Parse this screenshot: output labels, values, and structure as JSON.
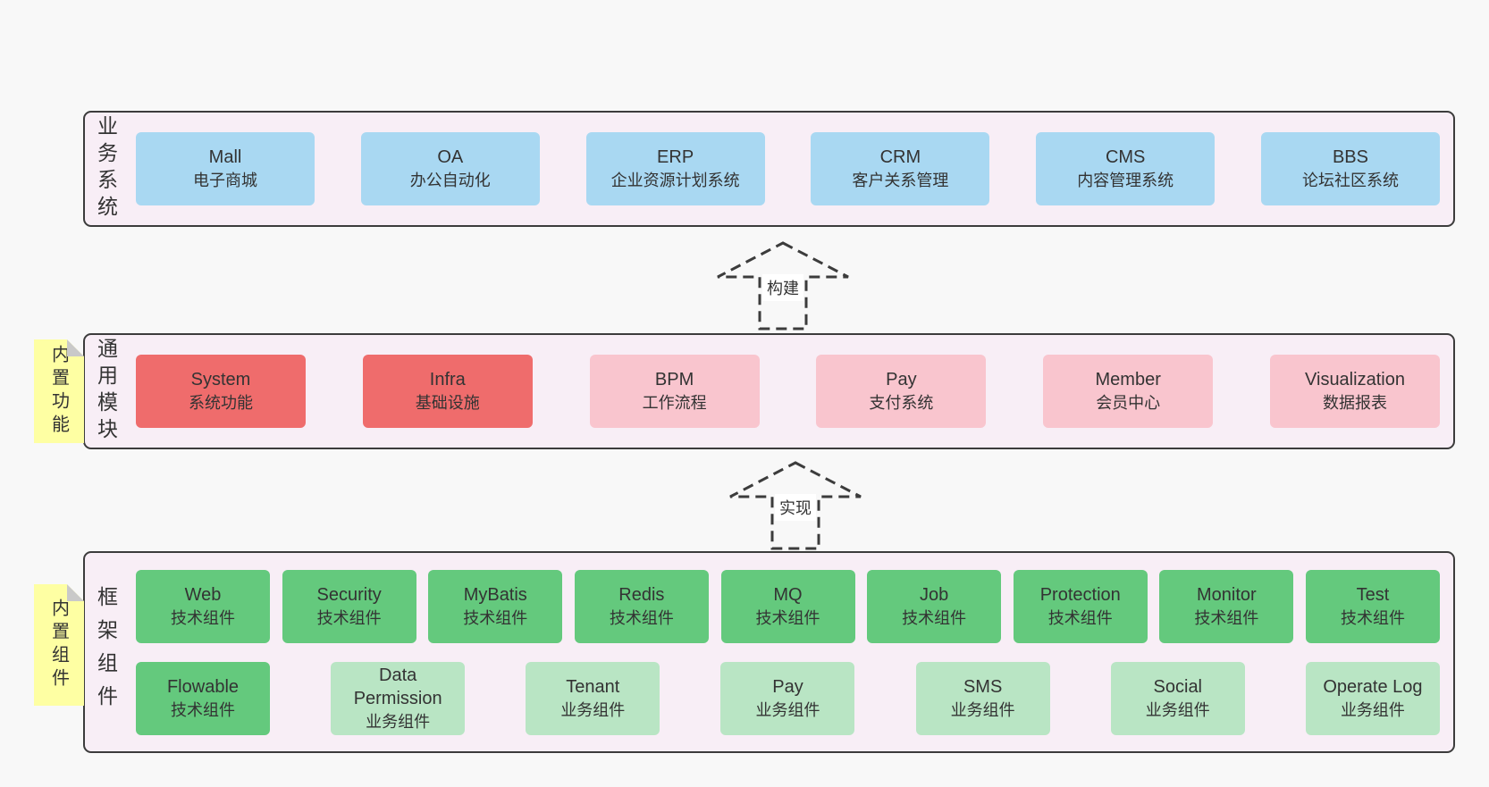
{
  "diagram": {
    "palette": {
      "blue": "#a9d8f2",
      "red": "#ef6c6c",
      "pink": "#f9c5ce",
      "green": "#64c97d",
      "lightgreen": "#b9e5c4",
      "band_background": "#f8eef6",
      "sticky_yellow": "#feffa3",
      "fold_gray": "#c9c9c9",
      "border_dark": "#3c3c3c",
      "page_background": "#f8f8f8"
    },
    "arrows": [
      {
        "label": "构建"
      },
      {
        "label": "实现"
      }
    ],
    "stickies": [
      {
        "label": "内置功能"
      },
      {
        "label": "内置组件"
      }
    ],
    "bands": [
      {
        "label": "业务系统",
        "boxes": [
          {
            "title": "Mall",
            "subtitle": "电子商城",
            "variant": "blue"
          },
          {
            "title": "OA",
            "subtitle": "办公自动化",
            "variant": "blue"
          },
          {
            "title": "ERP",
            "subtitle": "企业资源计划系统",
            "variant": "blue"
          },
          {
            "title": "CRM",
            "subtitle": "客户关系管理",
            "variant": "blue"
          },
          {
            "title": "CMS",
            "subtitle": "内容管理系统",
            "variant": "blue"
          },
          {
            "title": "BBS",
            "subtitle": "论坛社区系统",
            "variant": "blue"
          }
        ]
      },
      {
        "label": "通用模块",
        "boxes": [
          {
            "title": "System",
            "subtitle": "系统功能",
            "variant": "red"
          },
          {
            "title": "Infra",
            "subtitle": "基础设施",
            "variant": "red"
          },
          {
            "title": "BPM",
            "subtitle": "工作流程",
            "variant": "pink"
          },
          {
            "title": "Pay",
            "subtitle": "支付系统",
            "variant": "pink"
          },
          {
            "title": "Member",
            "subtitle": "会员中心",
            "variant": "pink"
          },
          {
            "title": "Visualization",
            "subtitle": "数据报表",
            "variant": "pink"
          }
        ]
      },
      {
        "label": "框架组件",
        "boxes": [
          {
            "title": "Web",
            "subtitle": "技术组件",
            "variant": "green"
          },
          {
            "title": "Security",
            "subtitle": "技术组件",
            "variant": "green"
          },
          {
            "title": "MyBatis",
            "subtitle": "技术组件",
            "variant": "green"
          },
          {
            "title": "Redis",
            "subtitle": "技术组件",
            "variant": "green"
          },
          {
            "title": "MQ",
            "subtitle": "技术组件",
            "variant": "green"
          },
          {
            "title": "Job",
            "subtitle": "技术组件",
            "variant": "green"
          },
          {
            "title": "Protection",
            "subtitle": "技术组件",
            "variant": "green"
          },
          {
            "title": "Monitor",
            "subtitle": "技术组件",
            "variant": "green"
          },
          {
            "title": "Test",
            "subtitle": "技术组件",
            "variant": "green"
          },
          {
            "title": "Flowable",
            "subtitle": "技术组件",
            "variant": "green"
          },
          {
            "title": "Data Permission",
            "subtitle": "业务组件",
            "variant": "lightgreen"
          },
          {
            "title": "Tenant",
            "subtitle": "业务组件",
            "variant": "lightgreen"
          },
          {
            "title": "Pay",
            "subtitle": "业务组件",
            "variant": "lightgreen"
          },
          {
            "title": "SMS",
            "subtitle": "业务组件",
            "variant": "lightgreen"
          },
          {
            "title": "Social",
            "subtitle": "业务组件",
            "variant": "lightgreen"
          },
          {
            "title": "Operate Log",
            "subtitle": "业务组件",
            "variant": "lightgreen"
          }
        ]
      }
    ]
  }
}
